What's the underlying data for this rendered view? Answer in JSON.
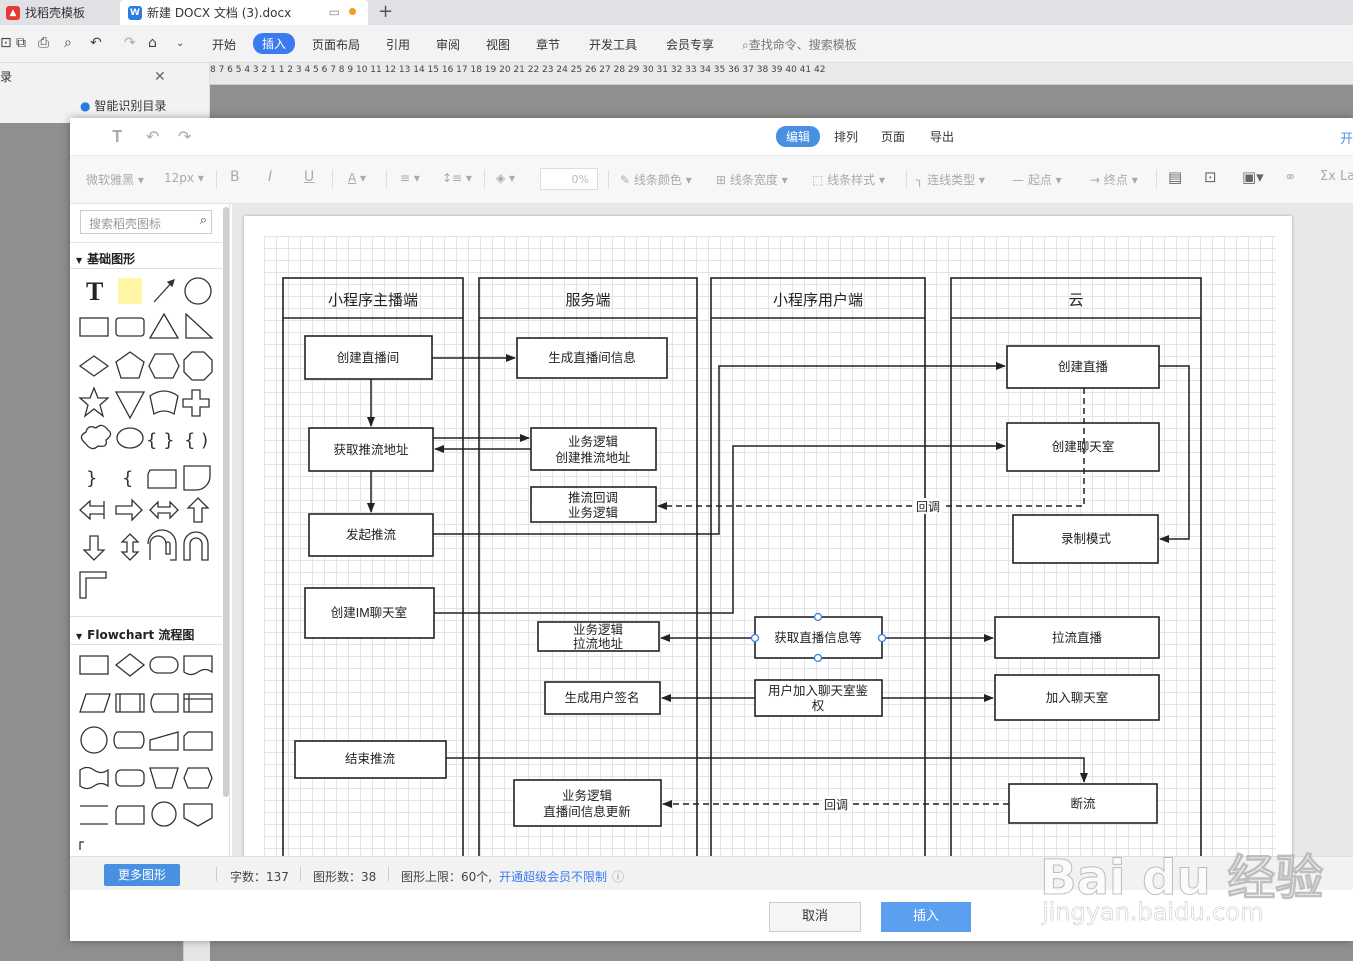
{
  "tabs": [
    {
      "label": "找稻壳模板",
      "icon": "docer-icon",
      "color": "#e53935"
    },
    {
      "label": "新建 DOCX 文档 (3).docx",
      "icon": "wps-writer-icon",
      "color": "#2b7be5"
    }
  ],
  "menu": {
    "items": [
      "开始",
      "插入",
      "页面布局",
      "引用",
      "审阅",
      "视图",
      "章节",
      "开发工具",
      "会员专享"
    ],
    "active": "插入",
    "search": "查找命令、搜索模板"
  },
  "ruler_numbers": "8   7   6   5   4   3   2   1       1   2   3   4   5   6   7   8   9  10  11  12  13  14  15  16  17  18  19  20  21  22  23  24  25  26  27  28  29  30  31  32  33  34  35  36  37  38  39  40  41  42",
  "left_panel": {
    "smart_toc": "智能识别目录",
    "close": "✕",
    "key_char": "录"
  },
  "editor": {
    "tabs": [
      "编辑",
      "排列",
      "页面",
      "导出"
    ],
    "active_tab": "编辑",
    "open_label": "开",
    "toolbar": {
      "font": "微软雅黑",
      "size": "12px",
      "bold": "B",
      "italic": "I",
      "underline": "U",
      "font_color": "A",
      "opacity": "0%",
      "line_color": "线条颜色",
      "line_width": "线条宽度",
      "line_style": "线条样式",
      "connector": "连线类型",
      "start": "起点",
      "end": "终点",
      "latex": "Σx La"
    },
    "sidebar": {
      "search_placeholder": "搜索稻壳图标",
      "basic_title": "基础图形",
      "flow_title": "Flowchart 流程图"
    }
  },
  "diagram": {
    "lanes": [
      {
        "title": "小程序主播端"
      },
      {
        "title": "服务端"
      },
      {
        "title": "小程序用户端"
      },
      {
        "title": "云"
      }
    ],
    "boxes": {
      "b1": "创建直播间",
      "b2": "获取推流地址",
      "b3": "发起推流",
      "b4": "创建IM聊天室",
      "b5": "结束推流",
      "s1": "生成直播间信息",
      "s2a": "业务逻辑",
      "s2b": "创建推流地址",
      "s3a": "推流回调",
      "s3b": "业务逻辑",
      "s4a": "业务逻辑",
      "s4b": "拉流地址",
      "s5": "生成用户签名",
      "s6a": "业务逻辑",
      "s6b": "直播间信息更新",
      "u1": "获取直播信息等",
      "u2a": "用户加入聊天室鉴",
      "u2b": "权",
      "c1": "创建直播",
      "c2": "创建聊天室",
      "c3": "录制模式",
      "c4": "拉流直播",
      "c5": "加入聊天室",
      "c6": "断流"
    },
    "labels": {
      "callback1": "回调",
      "callback2": "回调"
    }
  },
  "status": {
    "more_shapes": "更多图形",
    "word_count": "字数：137",
    "shape_count": "图形数：38",
    "shape_limit": "图形上限：60个,",
    "upgrade": "开通超级会员不限制"
  },
  "dialog": {
    "cancel": "取消",
    "insert": "插入"
  },
  "watermark": {
    "big": "Bai du 经验",
    "small": "jingyan.baidu.com"
  }
}
